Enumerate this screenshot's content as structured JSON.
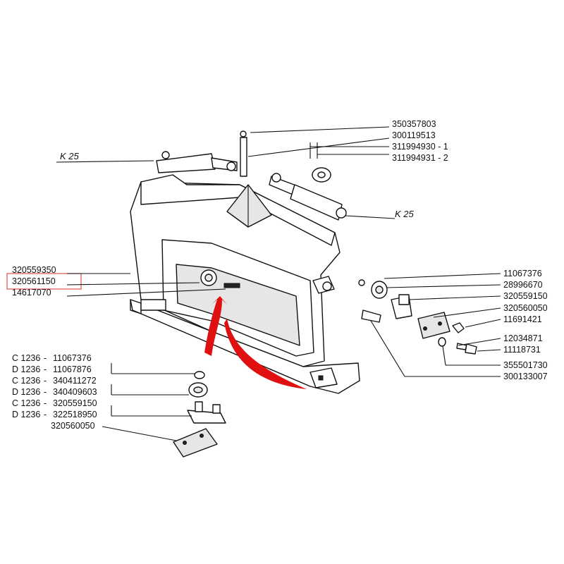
{
  "colors": {
    "line": "#111111",
    "highlight_box": "#e05050",
    "arrow": "#e01010"
  },
  "k25_left": "K 25",
  "k25_right": "K 25",
  "top_right": [
    "350357803",
    "300119513",
    "311994930 - 1",
    "311994931 - 2"
  ],
  "left_main": [
    "320559350",
    "320561150",
    "14617070"
  ],
  "right_parts": [
    "11067376",
    "28996670",
    "320559150",
    "320560050",
    "11691421",
    "12034871",
    "11118731",
    "355501730",
    "300133007"
  ],
  "bottom_left": [
    {
      "variant": "C 1236",
      "part": "11067376"
    },
    {
      "variant": "D 1236",
      "part": "11067876"
    },
    {
      "variant": "C 1236",
      "part": "340411272"
    },
    {
      "variant": "D 1236",
      "part": "340409603"
    },
    {
      "variant": "C 1236",
      "part": "320559150"
    },
    {
      "variant": "D 1236",
      "part": "322518950"
    }
  ],
  "bottom_single": "320560050"
}
